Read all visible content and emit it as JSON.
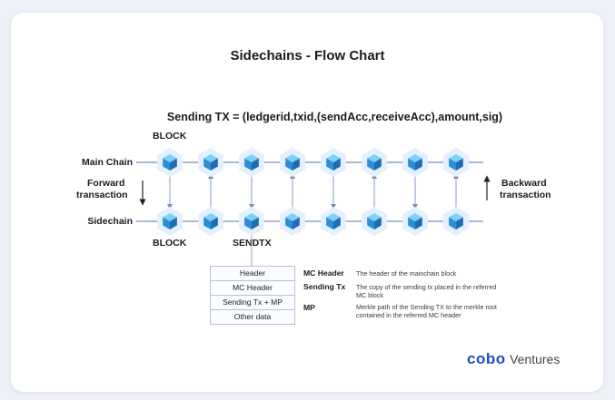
{
  "title": "Sidechains - Flow Chart",
  "formula": "Sending TX = (ledgerid,txid,(sendAcc,receiveAcc),amount,sig)",
  "labels": {
    "block_top": "BLOCK",
    "block_bottom": "BLOCK",
    "sendtx": "SENDTX",
    "main_chain": "Main Chain",
    "sidechain": "Sidechain",
    "forward_line1": "Forward",
    "forward_line2": "transaction",
    "backward_line1": "Backward",
    "backward_line2": "transaction"
  },
  "sendtx_rows": [
    "Header",
    "MC Header",
    "Sending Tx + MP",
    "Other data"
  ],
  "legend": [
    {
      "key": "MC Header",
      "value": "The header of the mainchain block"
    },
    {
      "key": "Sending Tx",
      "value": "The copy of the sending tx placed in the referred MC block"
    },
    {
      "key": "MP",
      "value": "Merkle path of the Sending TX to the merkle root contained in the referred MC header"
    }
  ],
  "brand": {
    "name": "cobo",
    "suffix": "Ventures"
  },
  "colors": {
    "accent": "#2a79c9",
    "cube_top": "#7fd0f6",
    "cube_left": "#2a8fd6",
    "cube_right": "#1f6cb3",
    "line": "#4d6aa8"
  }
}
